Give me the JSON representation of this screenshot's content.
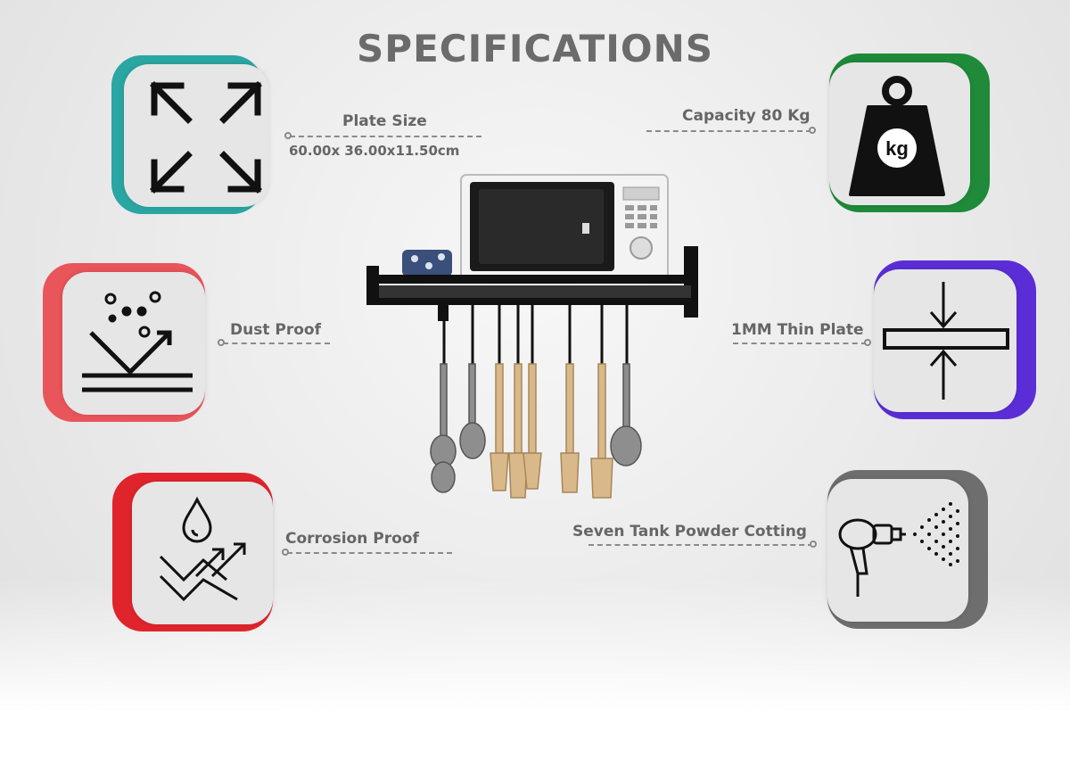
{
  "title": "SPECIFICATIONS",
  "specs": {
    "plate_size": {
      "label": "Plate Size",
      "value": "60.00x 36.00x11.50cm",
      "icon": "expand-arrows-icon",
      "color": "#2aa6a3"
    },
    "capacity": {
      "label": "Capacity 80 Kg",
      "icon": "kg-weight-icon",
      "icon_text": "kg",
      "color": "#1f8a3a"
    },
    "dust_proof": {
      "label": "Dust Proof",
      "icon": "dust-proof-icon",
      "color": "#e8555a"
    },
    "thin_plate": {
      "label": "1MM Thin Plate",
      "icon": "thin-plate-icon",
      "color": "#5b2dd6"
    },
    "corrosion_proof": {
      "label": "Corrosion Proof",
      "icon": "water-drop-corrosion-icon",
      "color": "#e0242c"
    },
    "powder_coating": {
      "label": "Seven Tank Powder Cotting",
      "icon": "spray-gun-icon",
      "color": "#6e6e6e"
    }
  },
  "product": {
    "image": "microwave-rack-with-utensils"
  }
}
